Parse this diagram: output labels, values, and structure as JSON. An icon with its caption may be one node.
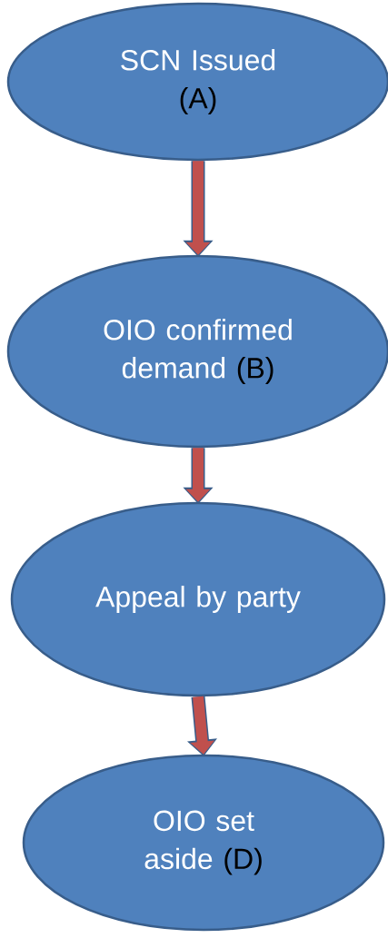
{
  "diagram": {
    "nodes": [
      {
        "text": [
          "SCN Issued",
          "(A)"
        ]
      },
      {
        "text": [
          "OIO confirmed demand",
          "(B)"
        ]
      },
      {
        "text": [
          "Appeal by party"
        ]
      },
      {
        "text": [
          "OIO set aside",
          "(D)"
        ]
      }
    ],
    "edges": [
      {
        "from": 0,
        "to": 1,
        "arrow": "to"
      },
      {
        "from": 1,
        "to": 2,
        "arrow": "to"
      },
      {
        "from": 2,
        "to": 3,
        "arrow": "to"
      }
    ]
  }
}
